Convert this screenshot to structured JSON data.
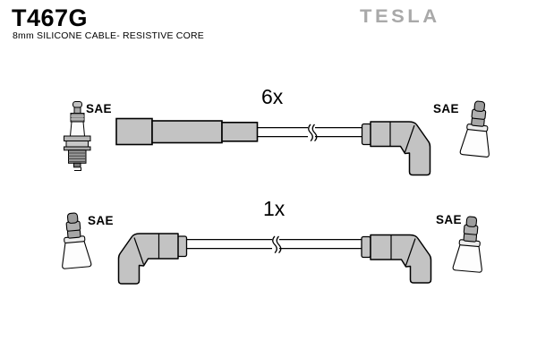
{
  "header": {
    "product_code": "T467G",
    "description": "8mm SILICONE CABLE- RESISTIVE CORE",
    "brand": "TESLA"
  },
  "colors": {
    "background": "#ffffff",
    "part_gray": "#c3c3c3",
    "metal_gray": "#a8a8a8",
    "dark_metal": "#8f8f8f",
    "brand_gray": "#a9a9a9",
    "outline": "#000000"
  },
  "diagram": {
    "rows": [
      {
        "quantity": "6x",
        "left_terminal_standard": "SAE",
        "right_terminal_standard": "SAE",
        "left_end_icon": "spark-plug-icon",
        "right_end_icon": "sae-terminal-icon",
        "left_connector": "straight-boot",
        "right_connector": "angled-boot"
      },
      {
        "quantity": "1x",
        "left_terminal_standard": "SAE",
        "right_terminal_standard": "SAE",
        "left_end_icon": "sae-terminal-icon",
        "right_end_icon": "sae-terminal-icon",
        "left_connector": "angled-boot",
        "right_connector": "angled-boot"
      }
    ]
  }
}
